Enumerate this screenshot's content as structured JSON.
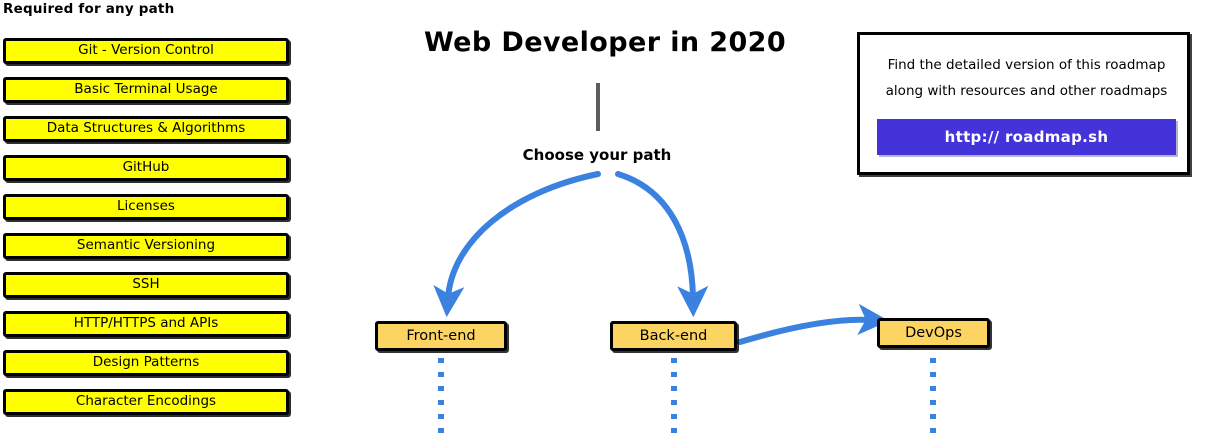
{
  "title": "Web Developer in 2020",
  "required": {
    "heading": "Required for any path",
    "items": [
      {
        "label": "Git - Version Control"
      },
      {
        "label": "Basic Terminal Usage"
      },
      {
        "label": "Data Structures & Algorithms"
      },
      {
        "label": "GitHub"
      },
      {
        "label": "Licenses"
      },
      {
        "label": "Semantic Versioning"
      },
      {
        "label": "SSH"
      },
      {
        "label": "HTTP/HTTPS and APIs"
      },
      {
        "label": "Design Patterns"
      },
      {
        "label": "Character Encodings"
      }
    ]
  },
  "center": {
    "choose_path_label": "Choose your path",
    "paths": [
      {
        "label": "Front-end"
      },
      {
        "label": "Back-end"
      },
      {
        "label": "DevOps"
      }
    ]
  },
  "info_card": {
    "line1": "Find the detailed version of this roadmap",
    "line2": "along with resources and other roadmaps",
    "cta_label": "http:// roadmap.sh"
  },
  "colors": {
    "required_box_fill": "#ffff00",
    "path_box_fill": "#fcd462",
    "arrow_blue": "#3b82e0",
    "cta_blue": "#4333d9",
    "trunk_gray": "#5b5e5e",
    "outline": "#000000"
  }
}
